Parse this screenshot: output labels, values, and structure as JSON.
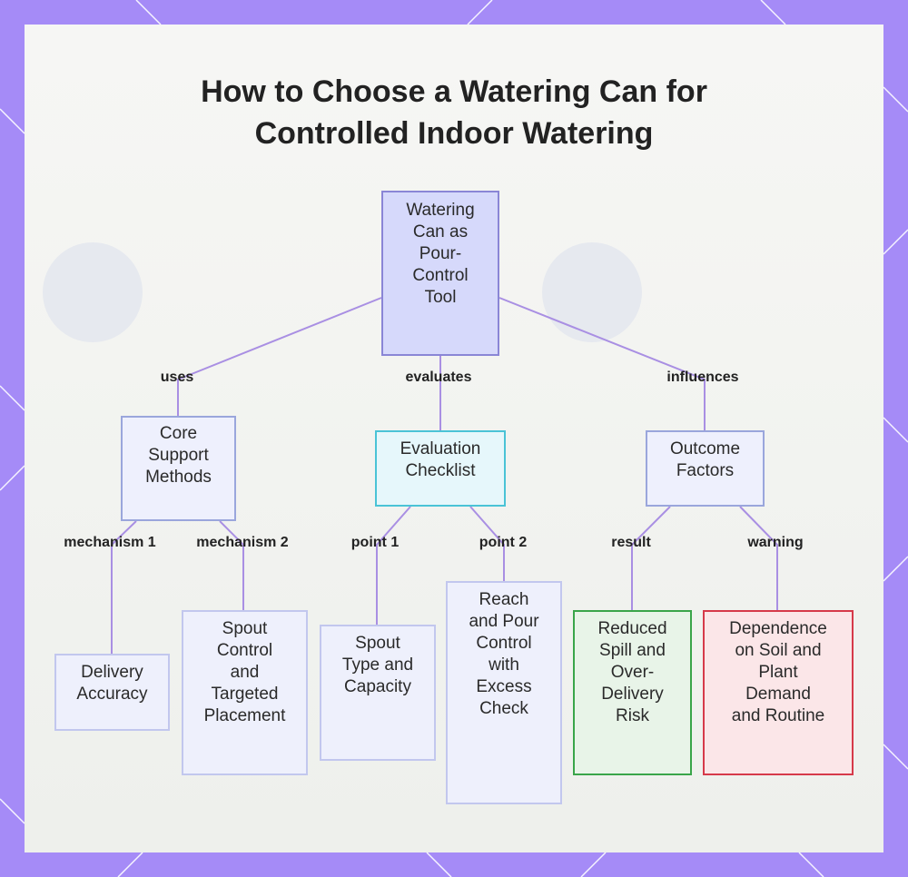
{
  "title": {
    "line1": "How to Choose a Watering Can for",
    "line2": "Controlled Indoor Watering"
  },
  "colors": {
    "background": "#a58bf7",
    "edge": "#a98fe3",
    "root_fill": "#d6d9fb",
    "green_border": "#3aa54a",
    "red_border": "#d63a4a",
    "cyan_border": "#4ac3d6"
  },
  "nodes": {
    "root": [
      "Watering",
      "Can as",
      "Pour-",
      "Control",
      "Tool"
    ],
    "core": [
      "Core",
      "Support",
      "Methods"
    ],
    "checklist": [
      "Evaluation",
      "Checklist"
    ],
    "outcome": [
      "Outcome",
      "Factors"
    ],
    "delivery": [
      "Delivery",
      "Accuracy"
    ],
    "spout_control": [
      "Spout",
      "Control",
      "and",
      "Targeted",
      "Placement"
    ],
    "spout_type": [
      "Spout",
      "Type and",
      "Capacity"
    ],
    "reach": [
      "Reach",
      "and Pour",
      "Control",
      "with",
      "Excess",
      "Check"
    ],
    "reduced": [
      "Reduced",
      "Spill and",
      "Over-",
      "Delivery",
      "Risk"
    ],
    "dependence": [
      "Dependence",
      "on Soil and",
      "Plant",
      "Demand",
      "and Routine"
    ]
  },
  "edge_labels": {
    "uses": "uses",
    "evaluates": "evaluates",
    "influences": "influences",
    "mechanism1": "mechanism 1",
    "mechanism2": "mechanism 2",
    "point1": "point 1",
    "point2": "point 2",
    "result": "result",
    "warning": "warning"
  }
}
